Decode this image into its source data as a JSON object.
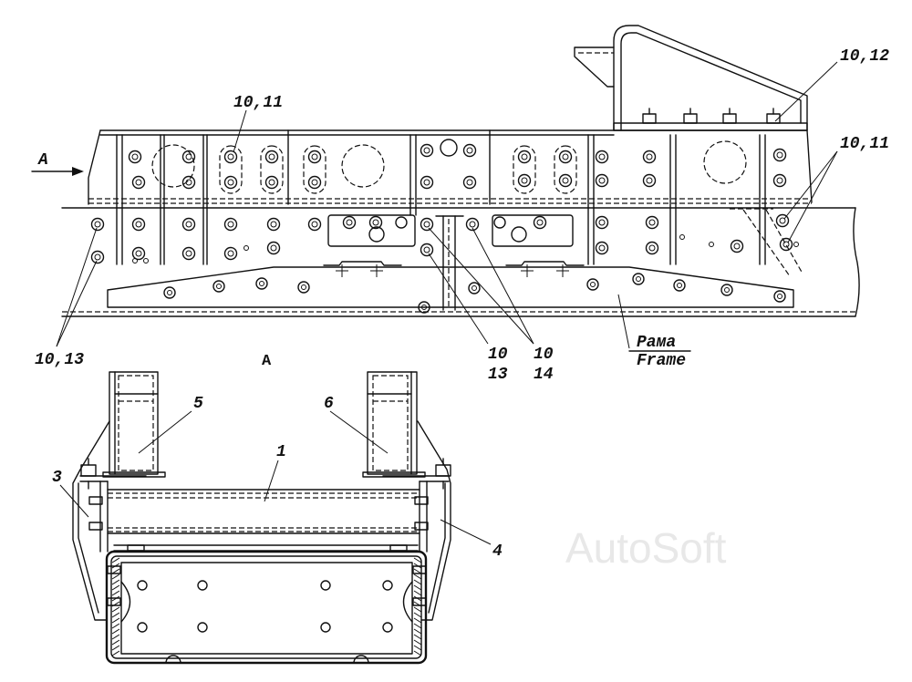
{
  "callouts": {
    "top_bolt": "10,11",
    "right_top_bolt": "10,12",
    "right_bolt": "10,11",
    "left_bolt": "10,13",
    "mid_bolt_a": [
      "10",
      "13"
    ],
    "mid_bolt_b": [
      "10",
      "14"
    ]
  },
  "view_arrow_label": "A",
  "section_view_title": "A",
  "frame_label": {
    "ru": "Рама",
    "en": "Frame"
  },
  "section_callouts": {
    "p1": "1",
    "p3": "3",
    "p4": "4",
    "p5": "5",
    "p6": "6"
  },
  "watermark": "AutoSoft",
  "colors": {
    "line": "#111111",
    "background": "#ffffff",
    "watermark": "#e8e8e8"
  }
}
